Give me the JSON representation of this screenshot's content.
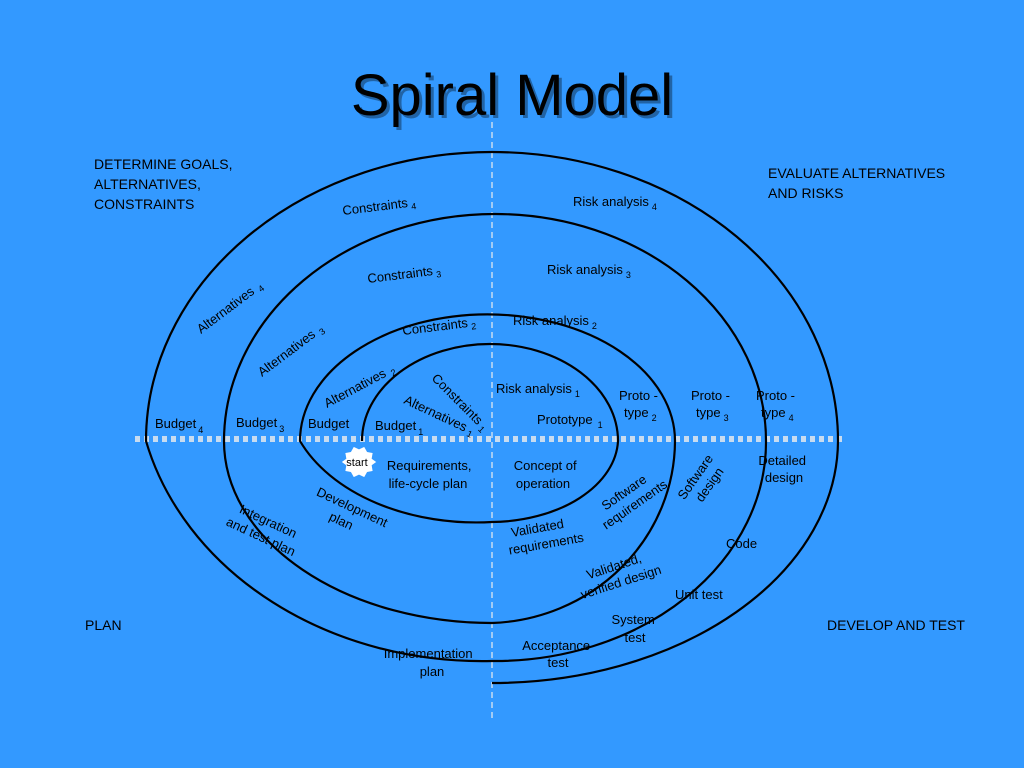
{
  "title": "Spiral Model",
  "colors": {
    "background": "#3399ff",
    "axis": "#c8dcf0",
    "line": "#000000",
    "start_fill": "#ffffff"
  },
  "quadrants": {
    "top_left": [
      "DETERMINE GOALS,",
      "ALTERNATIVES,",
      "CONSTRAINTS"
    ],
    "top_right": [
      "EVALUATE ALTERNATIVES",
      "AND RISKS"
    ],
    "bottom_left": "PLAN",
    "bottom_right": "DEVELOP AND TEST"
  },
  "start": "start",
  "constraints": {
    "c4": {
      "label": "Constraints",
      "sub": "4"
    },
    "c3": {
      "label": "Constraints",
      "sub": "3"
    },
    "c2": {
      "label": "Constraints",
      "sub": "2"
    },
    "c1": {
      "label": "Constraints",
      "sub": "1"
    }
  },
  "alternatives": {
    "a4": {
      "label": "Alternatives",
      "sub": "4"
    },
    "a3": {
      "label": "Alternatives",
      "sub": "3"
    },
    "a2": {
      "label": "Alternatives",
      "sub": "2"
    },
    "a1": {
      "label": "Alternatives",
      "sub": "1"
    }
  },
  "risk_analysis": {
    "r4": {
      "label": "Risk analysis",
      "sub": "4"
    },
    "r3": {
      "label": "Risk analysis",
      "sub": "3"
    },
    "r2": {
      "label": "Risk analysis",
      "sub": "2"
    },
    "r1": {
      "label": "Risk analysis",
      "sub": "1"
    }
  },
  "budget": {
    "b4": {
      "label": "Budget",
      "sub": "4"
    },
    "b3": {
      "label": "Budget",
      "sub": "3"
    },
    "b2": {
      "label": "Budget",
      "sub": ""
    },
    "b1": {
      "label": "Budget",
      "sub": "1"
    }
  },
  "prototypes": {
    "p1": {
      "label": "Prototype",
      "sub": "1"
    },
    "p2": {
      "line1": "Proto -",
      "line2": "type",
      "sub": "2"
    },
    "p3": {
      "line1": "Proto -",
      "line2": "type",
      "sub": "3"
    },
    "p4": {
      "line1": "Proto -",
      "line2": "type",
      "sub": "4"
    }
  },
  "steps": {
    "requirements_plan": [
      "Requirements,",
      "life-cycle plan"
    ],
    "concept": [
      "Concept of",
      "operation"
    ],
    "software_requirements": [
      "Software",
      "requirements"
    ],
    "software_design": [
      "Software",
      "design"
    ],
    "detailed_design": [
      "Detailed",
      "design"
    ],
    "validated_requirements": [
      "Validated",
      "requirements"
    ],
    "validated_design": [
      "Validated,",
      "verified design"
    ],
    "code": "Code",
    "unit_test": "Unit test",
    "system_test": [
      "System",
      "test"
    ],
    "acceptance_test": [
      "Acceptance",
      "test"
    ],
    "implementation_plan": [
      "Implementation",
      "plan"
    ],
    "development_plan": [
      "Development",
      "plan"
    ],
    "integration_plan": [
      "Integration",
      "and test plan"
    ]
  }
}
